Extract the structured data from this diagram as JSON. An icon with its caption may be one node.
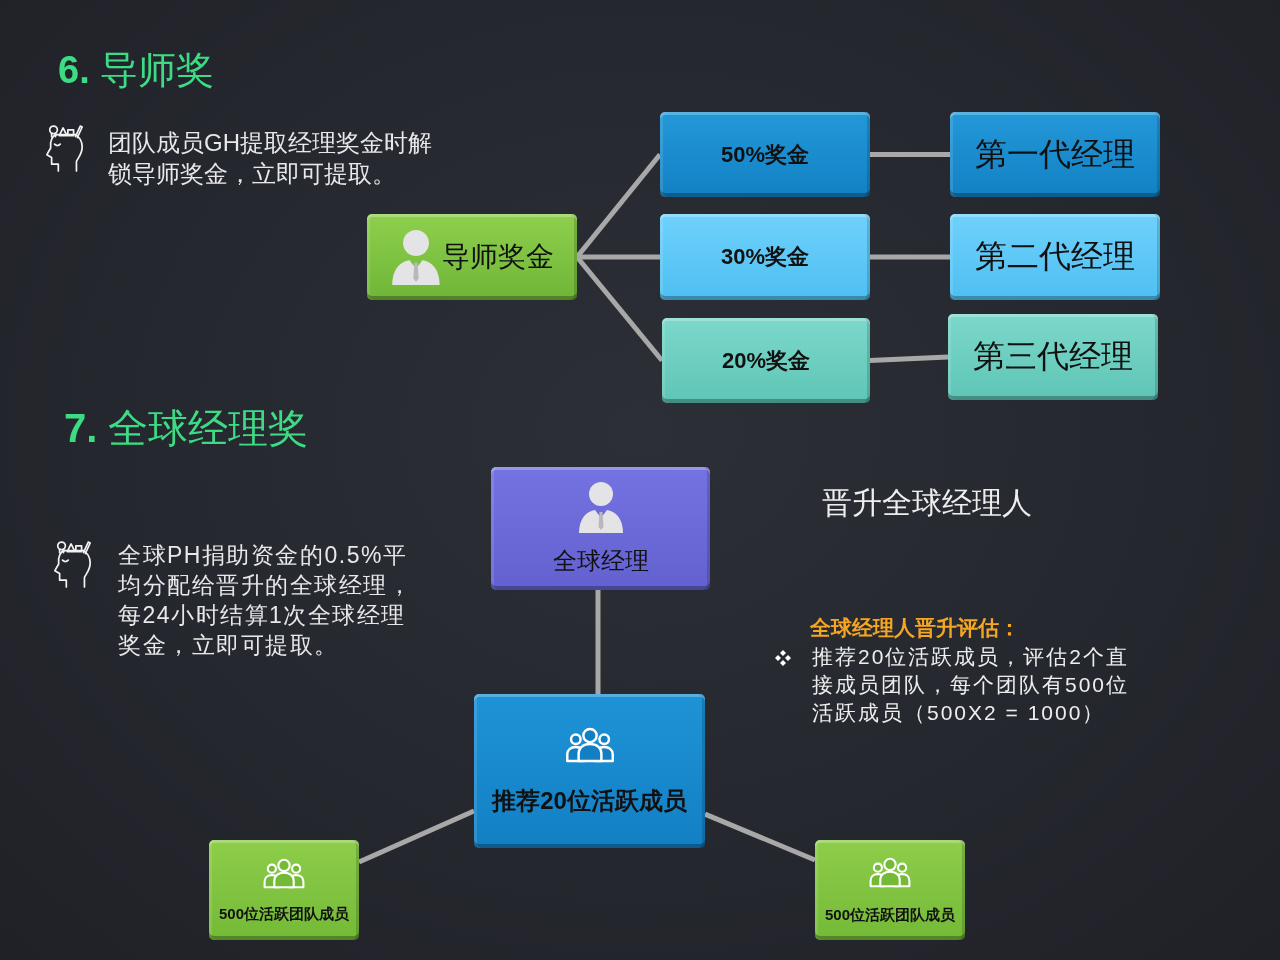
{
  "diagram": {
    "nodes": [
      {
        "text": [
          "导师奖金"
        ]
      },
      {
        "text": [
          "50%奖金"
        ]
      },
      {
        "text": [
          "30%奖金"
        ]
      },
      {
        "text": [
          "20%奖金"
        ]
      },
      {
        "text": [
          "第一代经理"
        ]
      },
      {
        "text": [
          "第二代经理"
        ]
      },
      {
        "text": [
          "第三代经理"
        ]
      },
      {
        "text": [
          "全球经理"
        ]
      },
      {
        "text": [
          "推荐20位活跃成员"
        ]
      },
      {
        "text": [
          "500位活跃团队成员"
        ]
      },
      {
        "text": [
          "500位活跃团队成员"
        ]
      }
    ],
    "edges": [
      {
        "from": 0,
        "to": 1,
        "arrow": "none"
      },
      {
        "from": 0,
        "to": 2,
        "arrow": "none"
      },
      {
        "from": 0,
        "to": 3,
        "arrow": "none"
      },
      {
        "from": 1,
        "to": 4,
        "arrow": "none"
      },
      {
        "from": 2,
        "to": 5,
        "arrow": "none"
      },
      {
        "from": 3,
        "to": 6,
        "arrow": "none"
      },
      {
        "from": 7,
        "to": 8,
        "arrow": "none"
      },
      {
        "from": 8,
        "to": 9,
        "arrow": "none"
      },
      {
        "from": 8,
        "to": 10,
        "arrow": "none"
      }
    ],
    "labels": [
      "**6.** 导师奖",
      "团队成员GH提取经理奖金时解锁导师奖金，立即可提取。",
      "**7.** 全球经理奖",
      "晋升全球经理人",
      "全球PH捐助资金的0.5%平均分配给晋升的全球经理，每24小时结算1次全球经理奖金，立即可提取。",
      "全球经理人晋升评估：",
      "推荐20位活跃成员，评估2个直接成员团队，每个团队有500位活跃成员（500X2 = 1000）"
    ]
  }
}
